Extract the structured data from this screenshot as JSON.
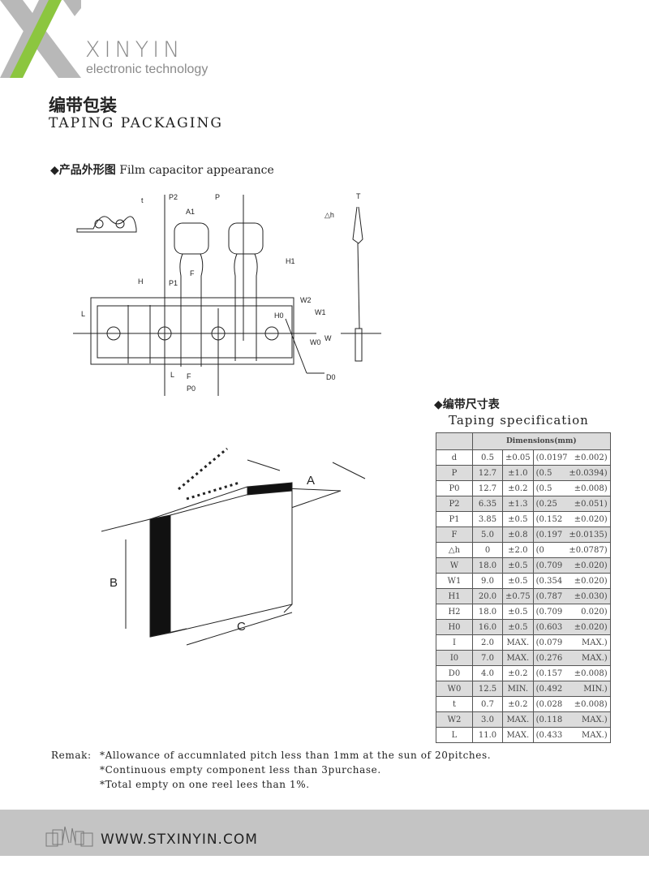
{
  "logo": {
    "brand": "XINYIN",
    "tagline": "electronic technology",
    "colors": {
      "gray": "#b8b8b8",
      "green": "#8cc63f"
    }
  },
  "title": {
    "cn": "编带包装",
    "en": "TAPING PACKAGING"
  },
  "section_appearance": {
    "bullet": "◆",
    "cn": "产品外形图",
    "en": "Film capacitor appearance"
  },
  "diagram_labels": {
    "t": "t",
    "p2": "P2",
    "p": "P",
    "a1": "A1",
    "T": "T",
    "dh": "△h",
    "h": "H",
    "p1": "P1",
    "f": "F",
    "h1": "H1",
    "l": "L",
    "w2": "W2",
    "w1": "W1",
    "h0": "H0",
    "w0": "W0",
    "w": "W",
    "d0": "D0",
    "p0": "P0"
  },
  "reel_labels": {
    "a": "A",
    "b": "B",
    "c": "C"
  },
  "section_spec": {
    "cn": "◆编带尺寸表",
    "en": "Taping specification"
  },
  "spec_table": {
    "header": "Dimensions(mm)",
    "rows": [
      [
        "d",
        "0.5",
        "±0.05",
        "(0.0197",
        "±0.002)"
      ],
      [
        "P",
        "12.7",
        "±1.0",
        "(0.5",
        "±0.0394)"
      ],
      [
        "P0",
        "12.7",
        "±0.2",
        "(0.5",
        "±0.008)"
      ],
      [
        "P2",
        "6.35",
        "±1.3",
        "(0.25",
        "±0.051)"
      ],
      [
        "P1",
        "3.85",
        "±0.5",
        "(0.152",
        "±0.020)"
      ],
      [
        "F",
        "5.0",
        "±0.8",
        "(0.197",
        "±0.0135)"
      ],
      [
        "△h",
        "0",
        "±2.0",
        "(0",
        "±0.0787)"
      ],
      [
        "W",
        "18.0",
        "±0.5",
        "(0.709",
        "±0.020)"
      ],
      [
        "W1",
        "9.0",
        "±0.5",
        "(0.354",
        "±0.020)"
      ],
      [
        "H1",
        "20.0",
        "±0.75",
        "(0.787",
        "±0.030)"
      ],
      [
        "H2",
        "18.0",
        "±0.5",
        "(0.709",
        "0.020)"
      ],
      [
        "H0",
        "16.0",
        "±0.5",
        "(0.603",
        "±0.020)"
      ],
      [
        "I",
        "2.0",
        "MAX.",
        "(0.079",
        "MAX.)"
      ],
      [
        "I0",
        "7.0",
        "MAX.",
        "(0.276",
        "MAX.)"
      ],
      [
        "D0",
        "4.0",
        "±0.2",
        "(0.157",
        "±0.008)"
      ],
      [
        "W0",
        "12.5",
        "MIN.",
        "(0.492",
        "MIN.)"
      ],
      [
        "t",
        "0.7",
        "±0.2",
        "(0.028",
        "±0.008)"
      ],
      [
        "W2",
        "3.0",
        "MAX.",
        "(0.118",
        "MAX.)"
      ],
      [
        "L",
        "11.0",
        "MAX.",
        "(0.433",
        "MAX.)"
      ]
    ]
  },
  "remarks": {
    "label": "Remak:",
    "lines": [
      "*Allowance of accumnlated pitch less than 1mm at the sun of 20pitches.",
      "*Continuous empty component less than 3purchase.",
      "*Total empty on one reel lees than 1%."
    ]
  },
  "footer": {
    "url": "WWW.STXINYIN.COM",
    "band_color": "#c4c4c4"
  }
}
